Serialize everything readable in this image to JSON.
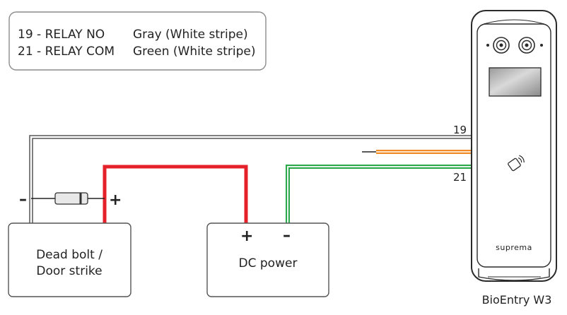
{
  "legend": {
    "rows": [
      {
        "terminal": "19 - RELAY NO",
        "wire": "Gray (White stripe)"
      },
      {
        "terminal": "21 - RELAY COM",
        "wire": "Green (White stripe)"
      }
    ]
  },
  "labels": {
    "pin_19": "19",
    "pin_21": "21",
    "diode_minus": "–",
    "diode_plus": "+",
    "dc_plus": "+",
    "dc_minus": "–"
  },
  "boxes": {
    "door_strike_line1": "Dead bolt /",
    "door_strike_line2": "Door strike",
    "dc_power": "DC power"
  },
  "device": {
    "brand": "suprema",
    "model": "BioEntry W3"
  },
  "colors": {
    "red_wire": "#e4202a",
    "gray_wire": "#9a9a9a",
    "green_wire": "#2aa84a",
    "orange_wire": "#f08a24",
    "black": "#222222"
  }
}
